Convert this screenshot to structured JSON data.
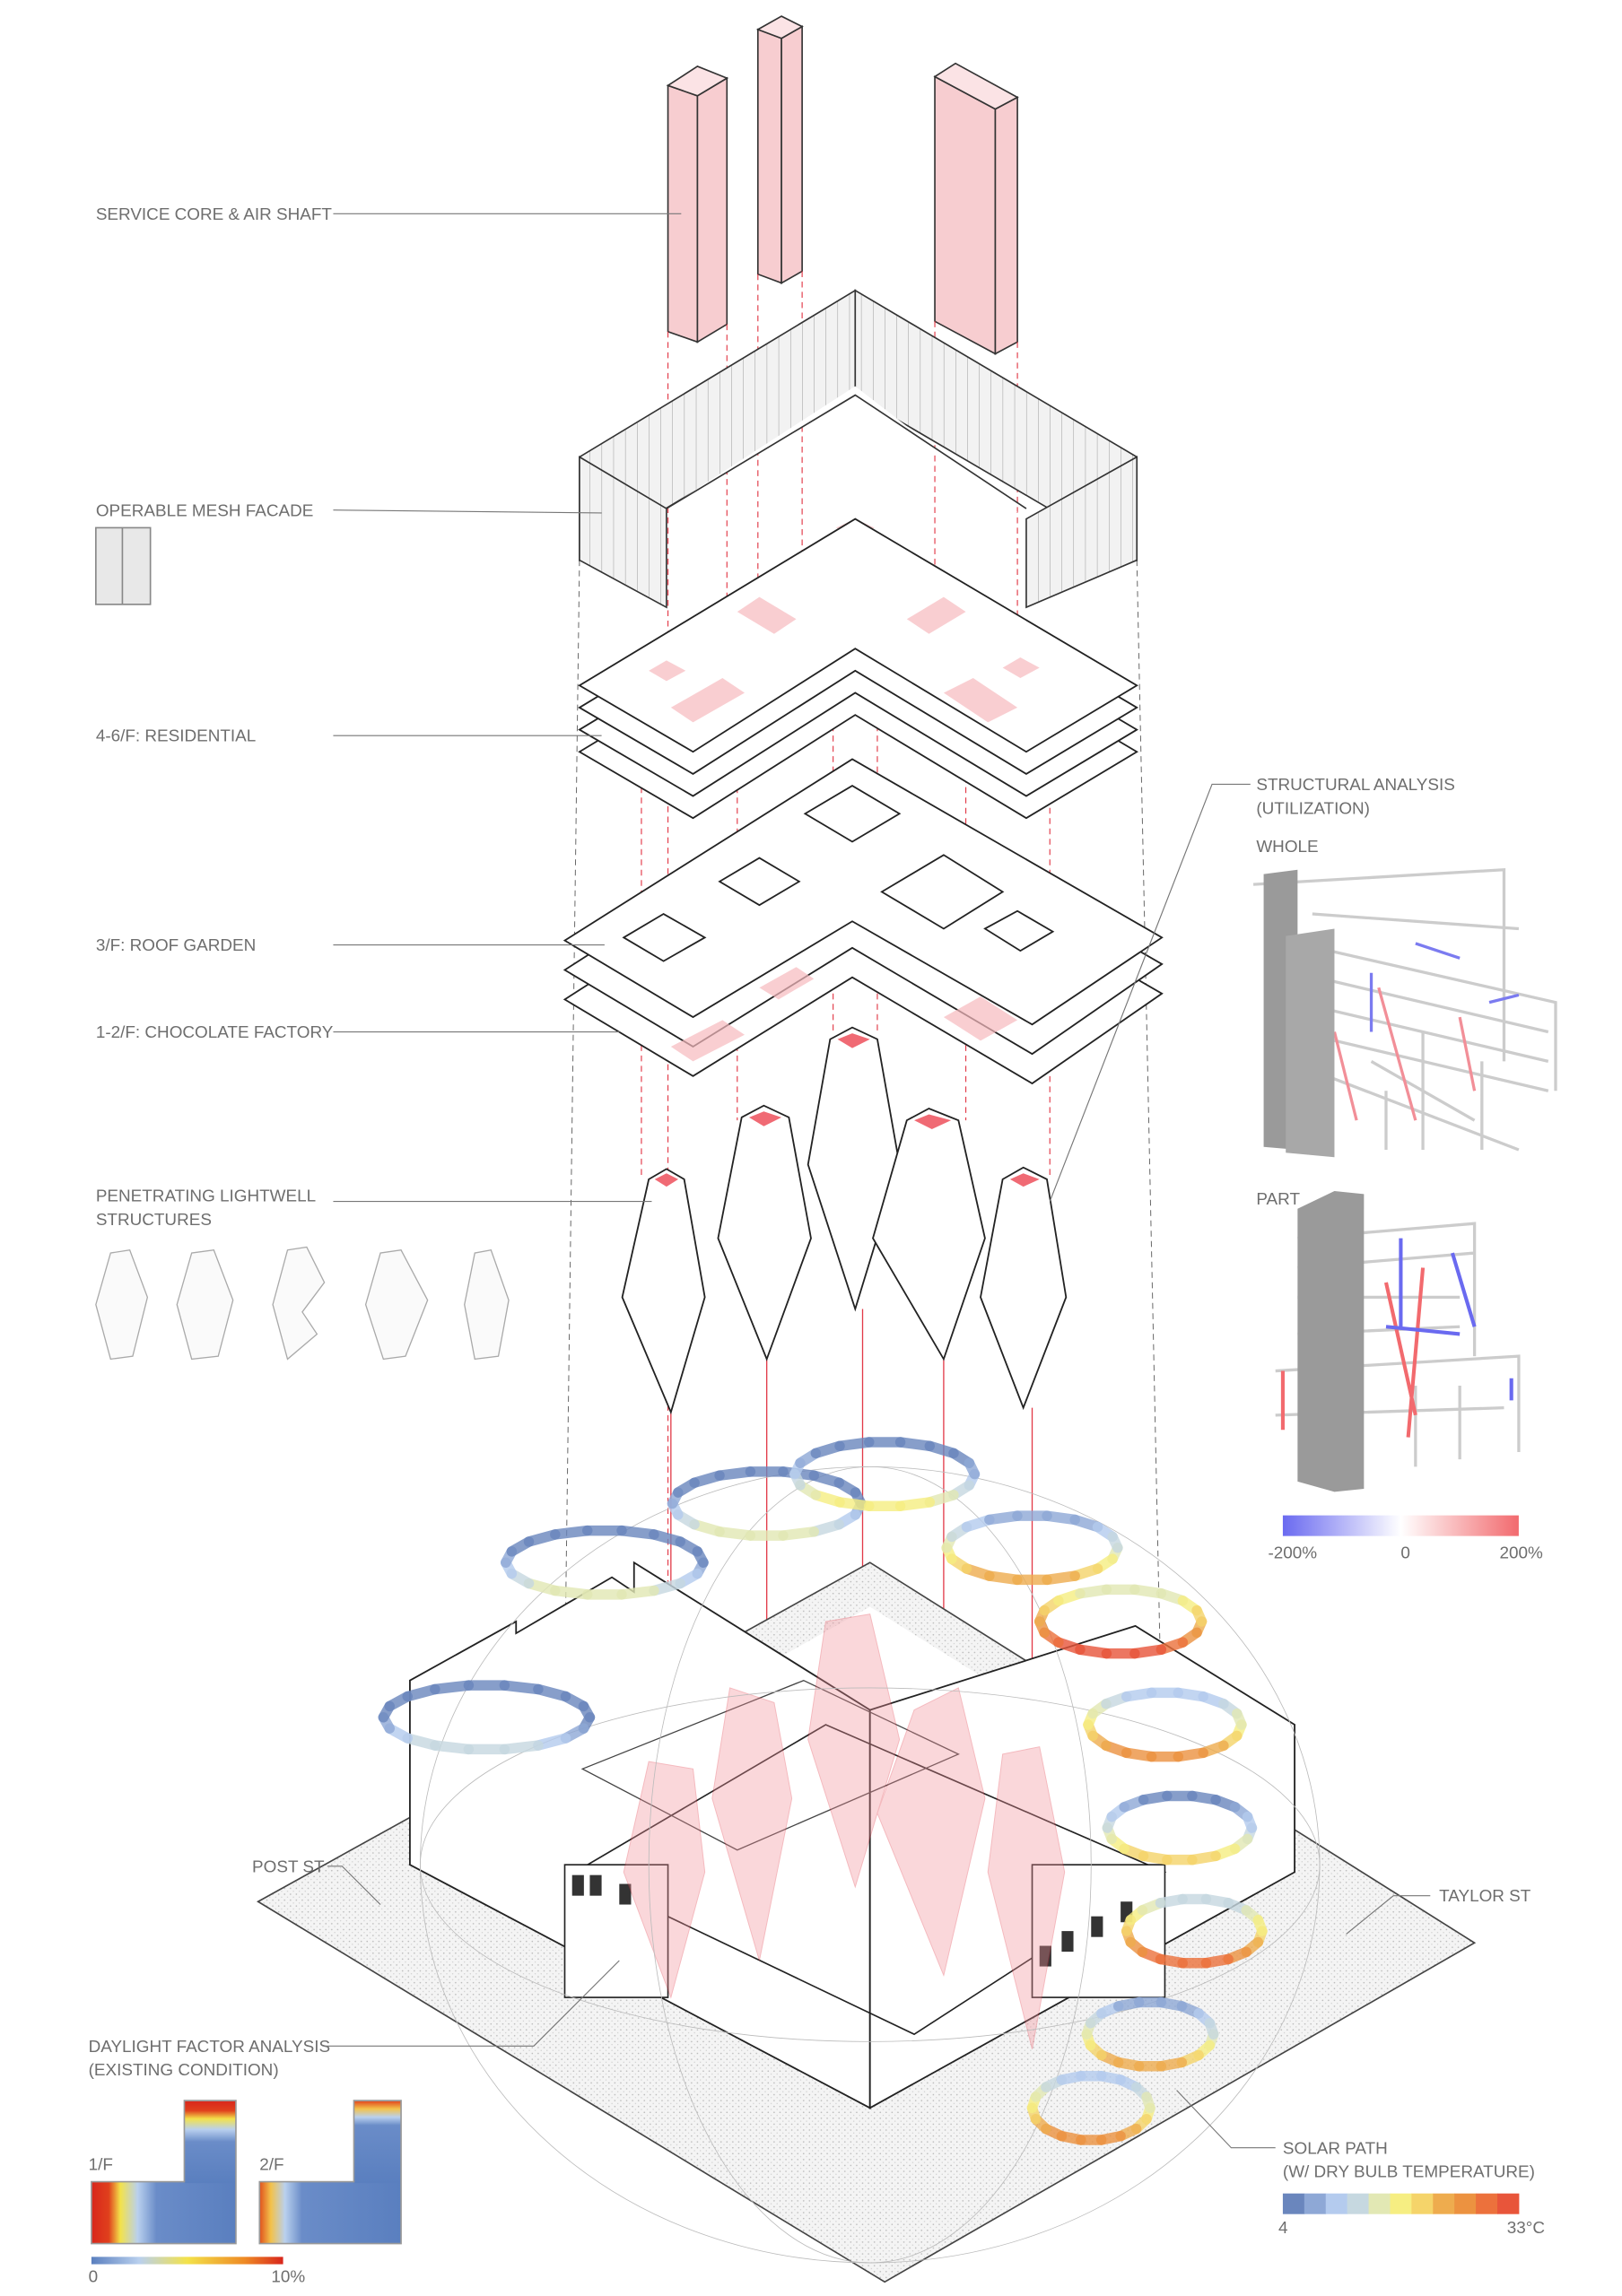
{
  "labels": {
    "service_core": "SERVICE CORE & AIR SHAFT",
    "mesh_facade": "OPERABLE MESH FACADE",
    "residential": "4-6/F: RESIDENTIAL",
    "roof_garden": "3/F: ROOF GARDEN",
    "chocolate_factory": "1-2/F: CHOCOLATE FACTORY",
    "lightwell_line1": "PENETRATING LIGHTWELL",
    "lightwell_line2": "STRUCTURES",
    "post_st": "POST ST",
    "taylor_st": "TAYLOR ST"
  },
  "structural_analysis": {
    "title_line1": "STRUCTURAL ANALYSIS",
    "title_line2": "(UTILIZATION)",
    "whole": "WHOLE",
    "part": "PART",
    "scale_min": "-200%",
    "scale_mid": "0",
    "scale_max": "200%",
    "colors": [
      "#6a6af0",
      "#ffffff",
      "#f26a6e"
    ]
  },
  "daylight": {
    "title_line1": "DAYLIGHT FACTOR ANALYSIS",
    "title_line2": "(EXISTING CONDITION)",
    "floor1": "1/F",
    "floor2": "2/F",
    "scale_min": "0",
    "scale_max": "10%",
    "colors": [
      "#5a7fbf",
      "#f3e24a",
      "#d8261c"
    ]
  },
  "solar_path": {
    "title_line1": "SOLAR PATH",
    "title_line2": "(W/ DRY BULB TEMPERATURE)",
    "scale_min": "4",
    "scale_max": "33°C",
    "colors": [
      "#6a86bd",
      "#8ea8d6",
      "#b4cbee",
      "#c6d8e0",
      "#e2e8b4",
      "#f6ee82",
      "#f5d46a",
      "#eeac4e",
      "#ec9240",
      "#ec713c",
      "#e8553a"
    ]
  }
}
